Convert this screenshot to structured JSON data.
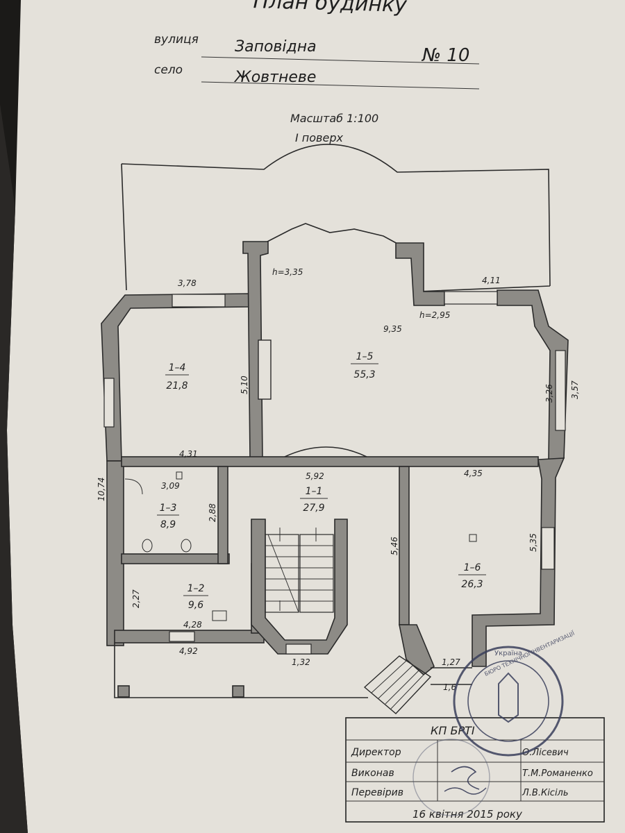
{
  "header": {
    "title": "План будинку",
    "street_label": "вулиця",
    "street_value": "Заповідна",
    "number": "№ 10",
    "village_label": "село",
    "village_value": "Жовтневе"
  },
  "plan": {
    "scale": "Масштаб 1:100",
    "floor": "I поверх",
    "rooms": [
      {
        "id": "1–1",
        "area": "27,9"
      },
      {
        "id": "1–2",
        "area": "9,6"
      },
      {
        "id": "1–3",
        "area": "8,9"
      },
      {
        "id": "1–4",
        "area": "21,8"
      },
      {
        "id": "1–5",
        "area": "55,3"
      },
      {
        "id": "1–6",
        "area": "26,3"
      }
    ],
    "heights": {
      "h1": "h=3,35",
      "h2": "h=2,95"
    },
    "dimensions": {
      "d378": "3,78",
      "d411": "4,11",
      "d935": "9,35",
      "d510": "5,10",
      "d326": "3,26",
      "d357": "3,57",
      "d431": "4,31",
      "d592": "5,92",
      "d435": "4,35",
      "d1074": "10,74",
      "d309": "3,09",
      "d288": "2,88",
      "d546": "5,46",
      "d535": "5,35",
      "d227": "2,27",
      "d428": "4,28",
      "d492": "4,92",
      "d132": "1,32",
      "d127": "1,27",
      "d16": "1,6"
    }
  },
  "title_block": {
    "org": "КП БРТІ",
    "rows": [
      {
        "role": "Директор",
        "name": "О.Лісевич"
      },
      {
        "role": "Виконав",
        "name": "Т.М.Романенко"
      },
      {
        "role": "Перевірив",
        "name": "Л.В.Кісіль"
      }
    ],
    "date": "16 квітня 2015 року"
  },
  "stamp": {
    "country": "Україна",
    "text": "БЮРО ТЕХНІЧНОЇ ІНВЕНТАРИЗАЦІЇ"
  },
  "colors": {
    "paper": "#e6e3dc",
    "wall_fill": "#8d8b86",
    "ink": "#222222",
    "stamp": "#3a3f5c"
  }
}
